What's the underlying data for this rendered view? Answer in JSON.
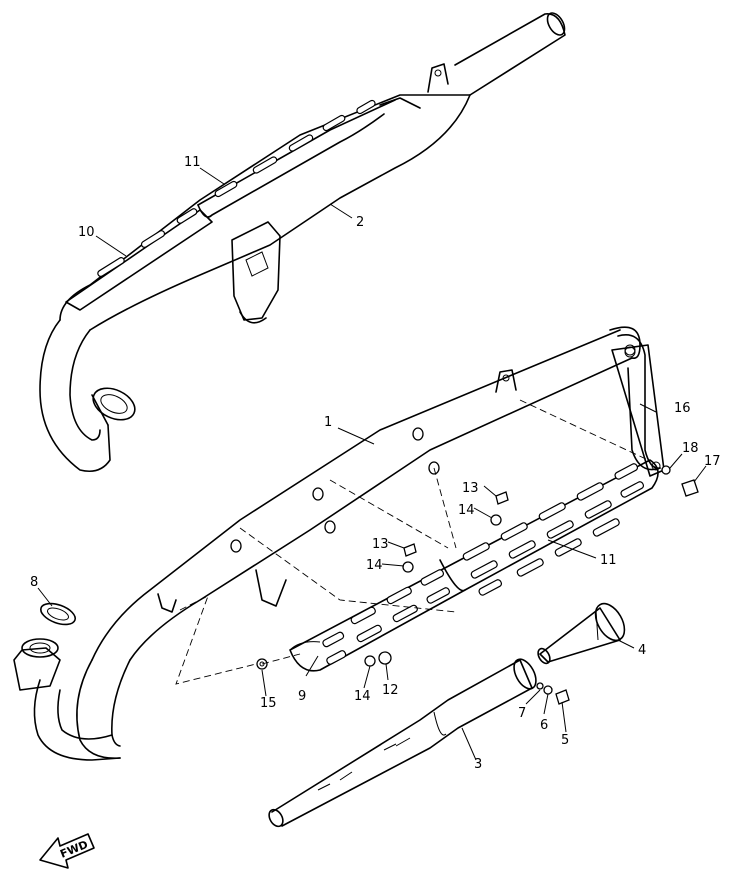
{
  "callouts": {
    "c1": "1",
    "c2": "2",
    "c3": "3",
    "c4": "4",
    "c5": "5",
    "c6": "6",
    "c7": "7",
    "c8": "8",
    "c9": "9",
    "c10": "10",
    "c11_top": "11",
    "c11_mid": "11",
    "c12": "12",
    "c13_a": "13",
    "c13_b": "13",
    "c14_a": "14",
    "c14_b": "14",
    "c14_c": "14",
    "c15": "15",
    "c16": "16",
    "c17": "17",
    "c18": "18"
  },
  "fwd_label": "FWD"
}
